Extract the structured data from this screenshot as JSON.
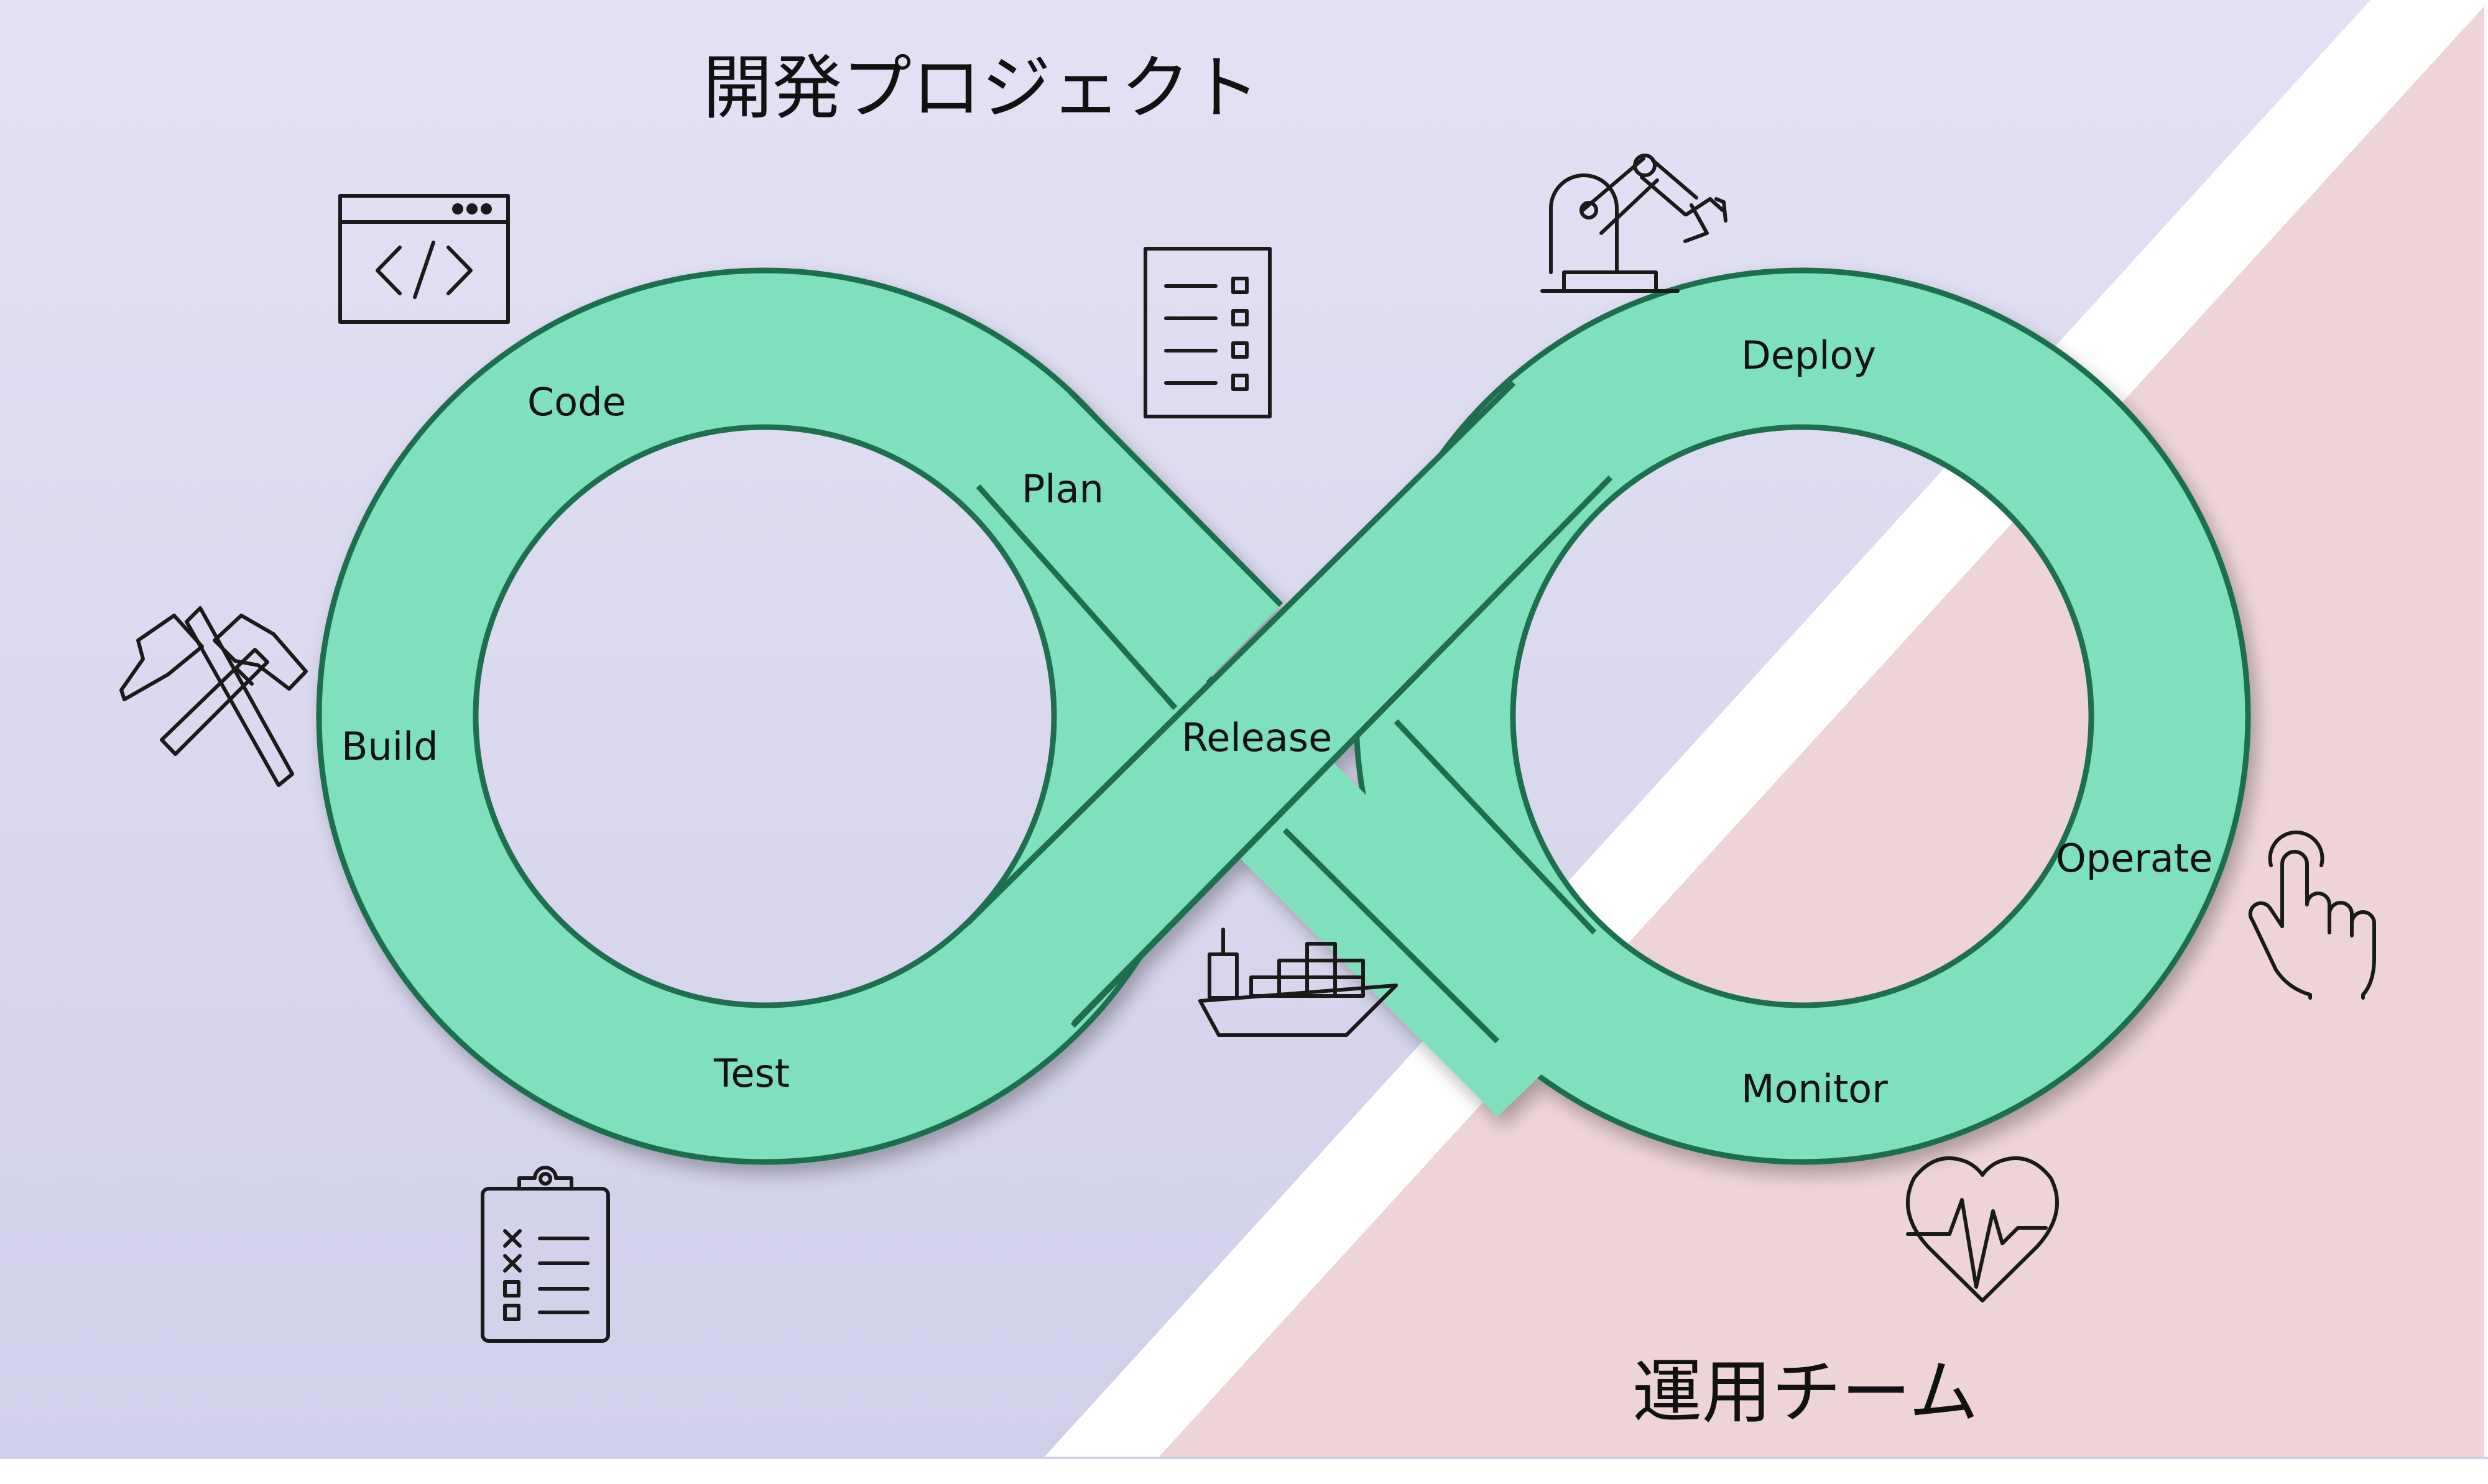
{
  "regions": {
    "dev": {
      "title": "開発プロジェクト"
    },
    "ops": {
      "title": "運用チーム"
    }
  },
  "stages": {
    "code": "Code",
    "plan": "Plan",
    "build": "Build",
    "test": "Test",
    "release": "Release",
    "deploy": "Deploy",
    "operate": "Operate",
    "monitor": "Monitor"
  },
  "colors": {
    "dev_bg_top": "#e3e1f4",
    "dev_bg_bottom": "#d1d0ea",
    "ops_bg": "#eed4d6",
    "loop_fill": "#7ee0bd",
    "loop_stroke": "#1e6e4f"
  },
  "icons": {
    "code": "code-window-icon",
    "plan": "checklist-icon",
    "build": "hammer-icon",
    "test": "clipboard-icon",
    "release": "cargo-ship-icon",
    "deploy": "robot-arm-icon",
    "operate": "tap-hand-icon",
    "monitor": "heart-rate-icon"
  }
}
